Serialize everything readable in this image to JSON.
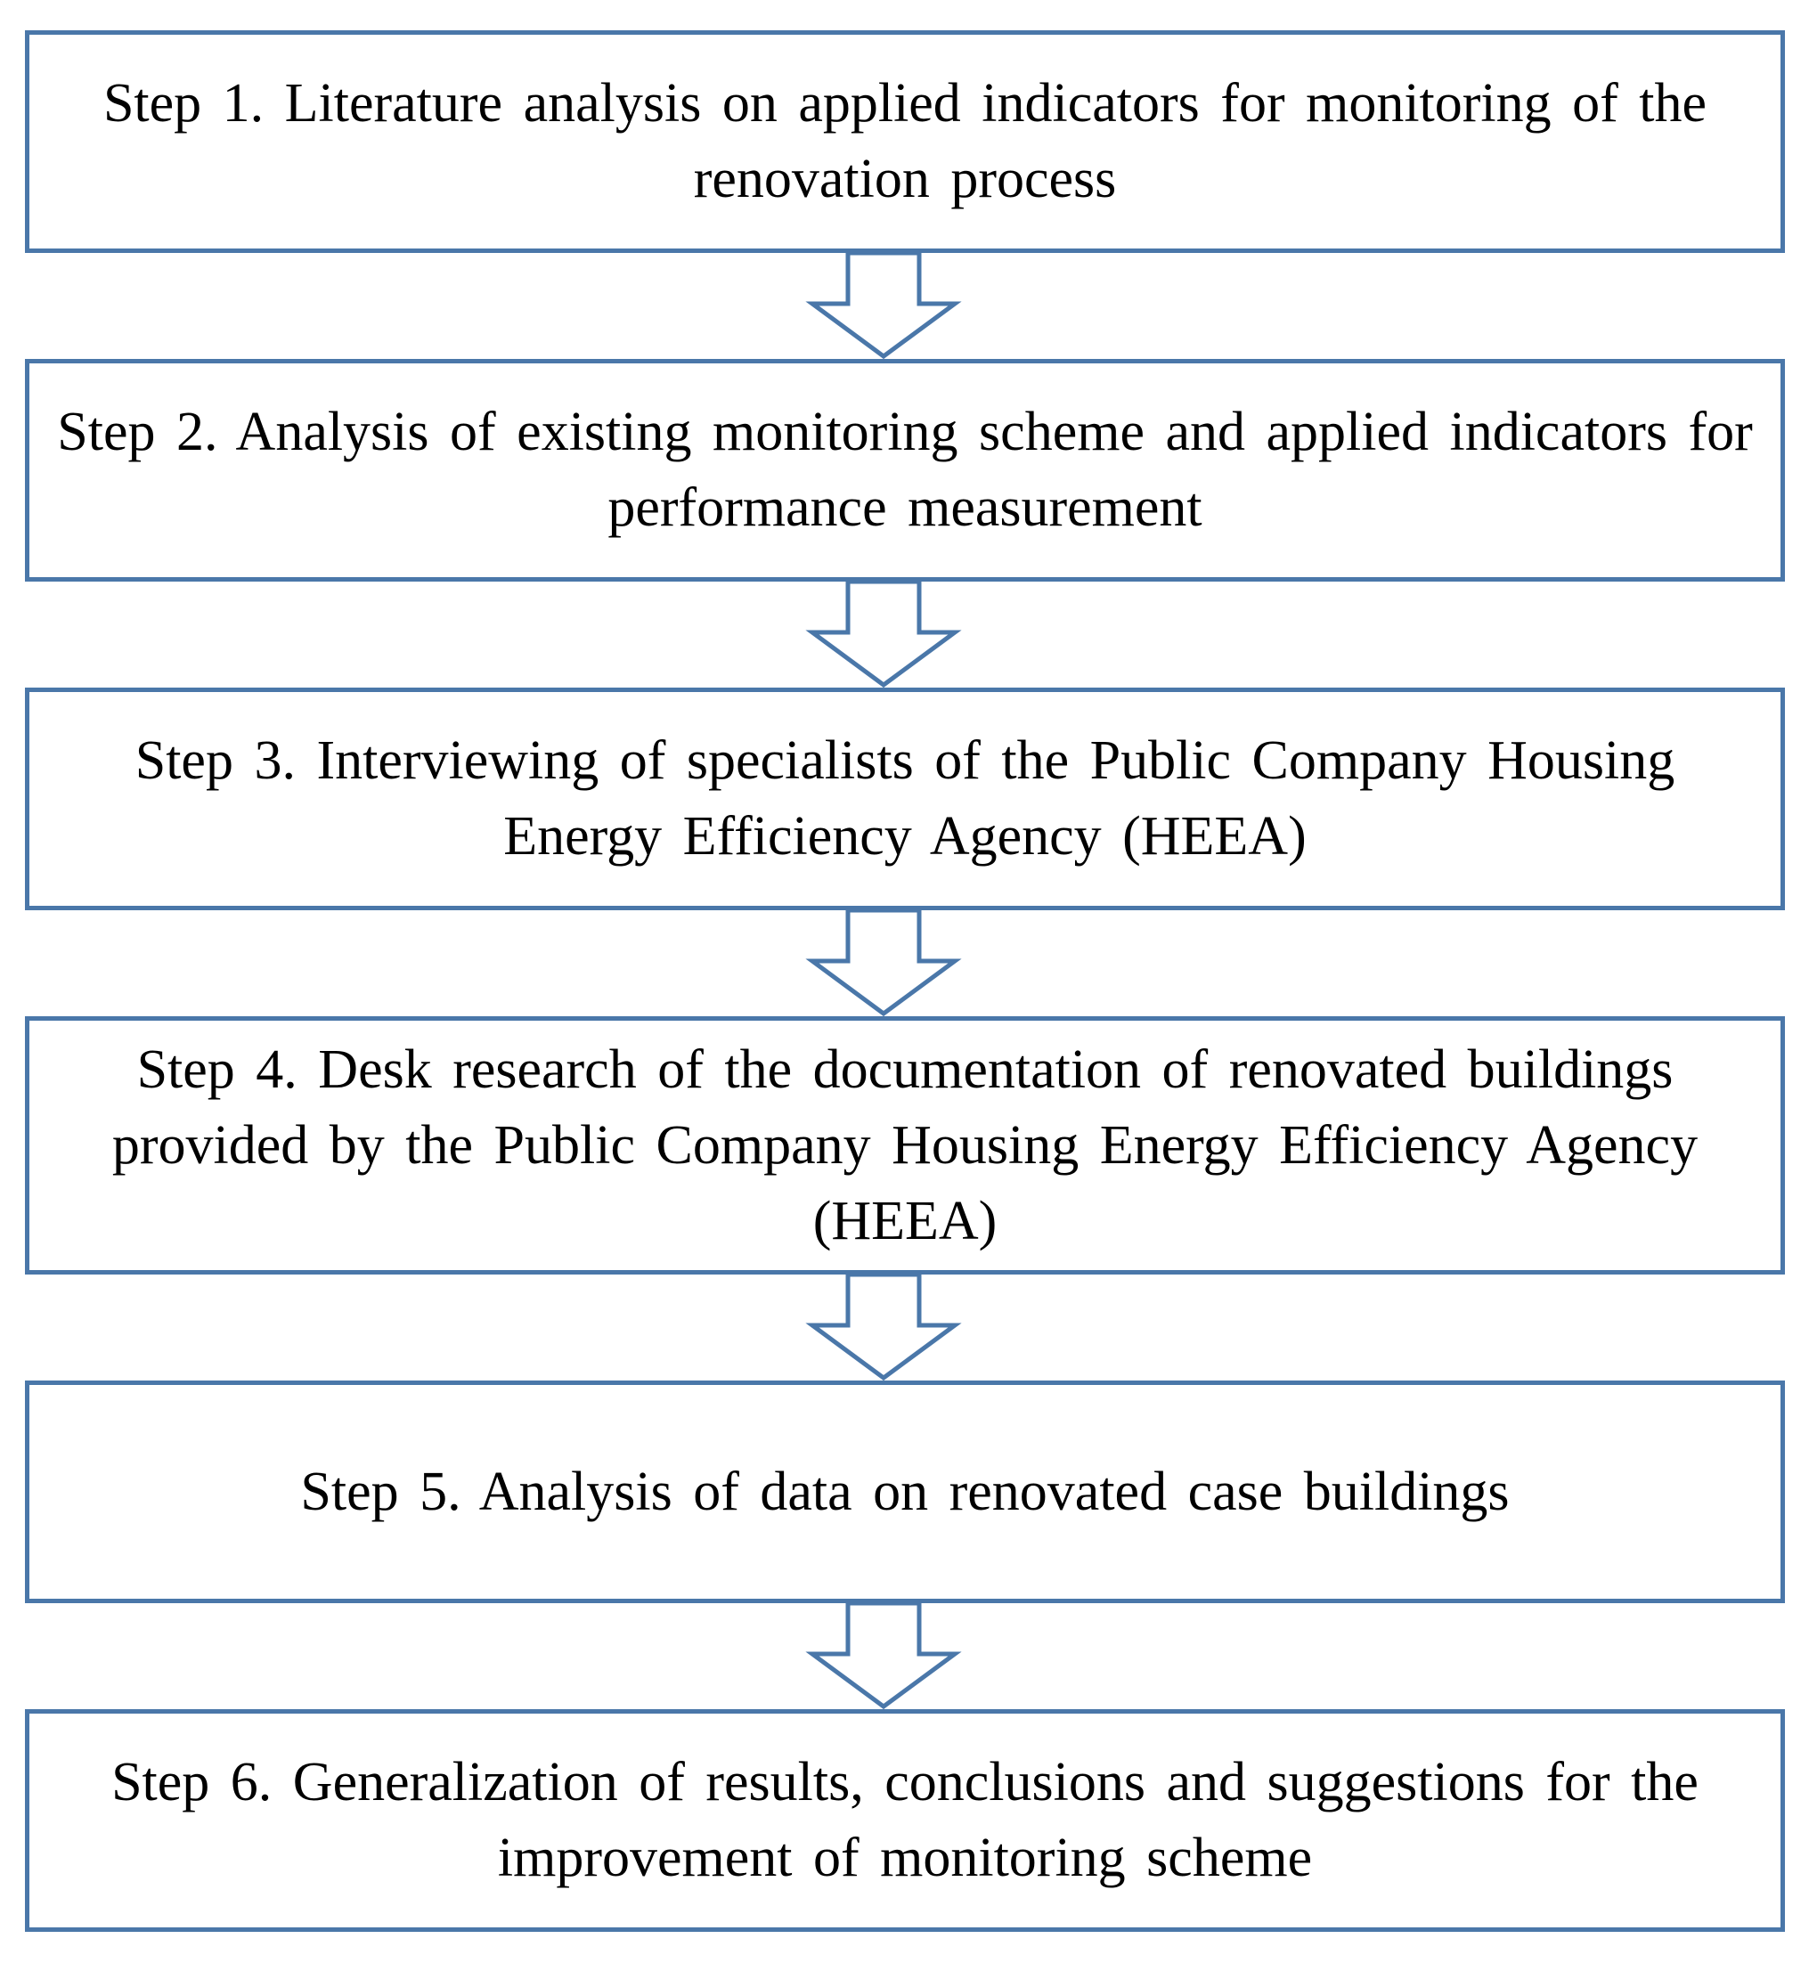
{
  "steps": [
    {
      "id": 1,
      "text": "Step 1. Literature analysis on applied indicators for monitoring of the renovation process"
    },
    {
      "id": 2,
      "text": "Step 2. Analysis of existing monitoring scheme and applied indicators for performance measurement"
    },
    {
      "id": 3,
      "text": "Step 3. Interviewing of specialists of the Public Company Housing Energy Efficiency Agency (HEEA)"
    },
    {
      "id": 4,
      "text": "Step 4. Desk research of the documentation of renovated buildings provided by the Public Company Housing Energy Efficiency Agency (HEEA)"
    },
    {
      "id": 5,
      "text": "Step 5. Analysis of data on renovated case buildings"
    },
    {
      "id": 6,
      "text": "Step 6. Generalization of results, conclusions and suggestions for the improvement of monitoring scheme"
    }
  ],
  "colors": {
    "border": "#4a77a9",
    "arrow_stroke": "#4a77a9",
    "text": "#000000",
    "background": "#ffffff"
  },
  "icons": {
    "connector": "hollow-down-arrow-icon"
  }
}
